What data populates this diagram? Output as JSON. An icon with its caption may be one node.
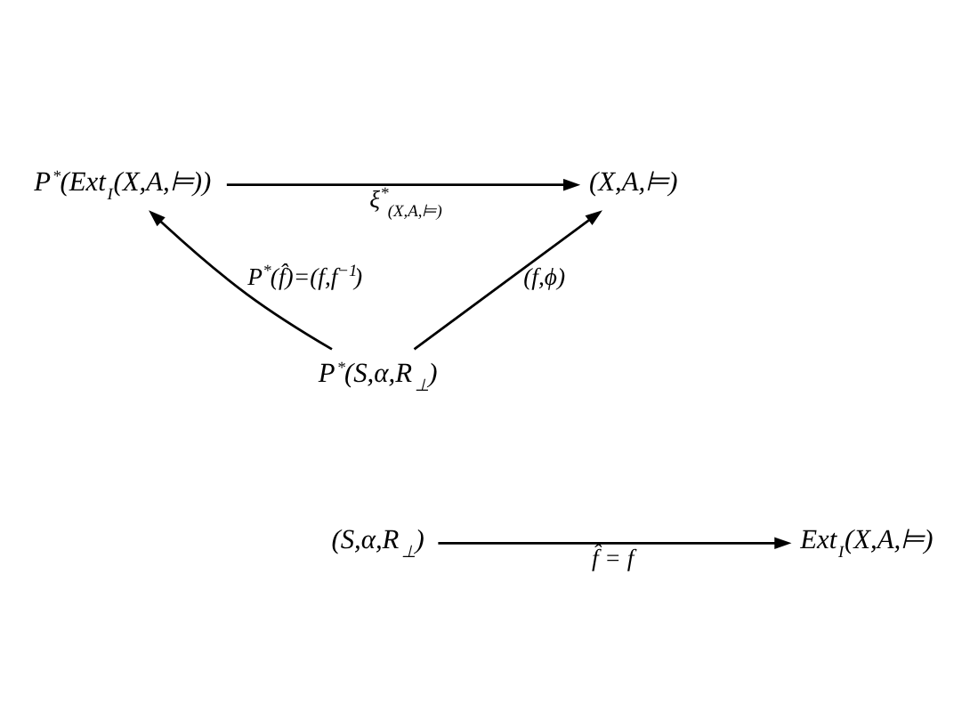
{
  "diagram": {
    "nodes": [
      {
        "text": [
          "P$^{*}$(Ext$_{I}$(X,A,⊨))"
        ]
      },
      {
        "text": [
          "(X,A,⊨)"
        ]
      },
      {
        "text": [
          "P$^{*}$(S,α,R$_{⊥}$)"
        ]
      },
      {
        "text": [
          "(S,α,R$_{⊥}$)"
        ]
      },
      {
        "text": [
          "Ext$_{I}$(X,A,⊨)"
        ]
      }
    ],
    "edges": [
      {
        "from": 0,
        "to": 1,
        "arrow": "to",
        "label": "ξ$^{*}$$_{(X,A,⊨)}$"
      },
      {
        "from": 2,
        "to": 0,
        "arrow": "to",
        "label": "P$^{*}$(f̂)=(f,f$^{−1}$)"
      },
      {
        "from": 2,
        "to": 1,
        "arrow": "to",
        "label": "(f,ϕ)"
      },
      {
        "from": 3,
        "to": 4,
        "arrow": "to",
        "label": "f̂ = f"
      }
    ]
  }
}
